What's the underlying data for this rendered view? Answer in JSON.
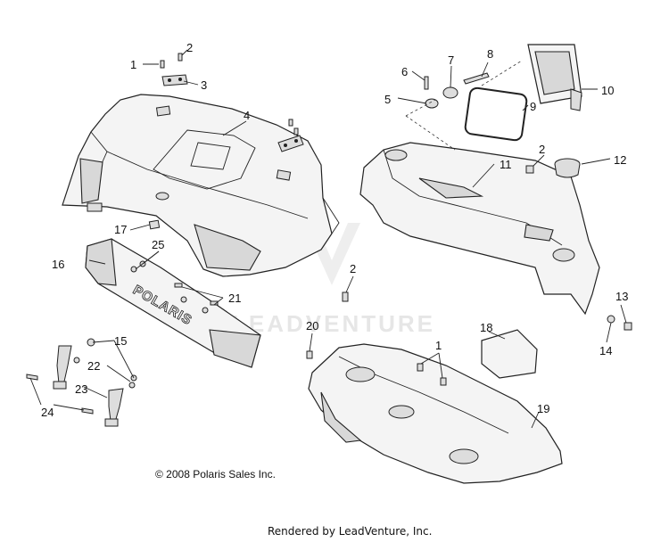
{
  "watermark": "LEADVENTURE",
  "copyright": "© 2008 Polaris Sales Inc.",
  "rendered_by": "Rendered by LeadVenture, Inc.",
  "panel_logo": "POLARIS",
  "callouts": {
    "c1a": "1",
    "c2a": "2",
    "c3": "3",
    "c4": "4",
    "c5": "5",
    "c6": "6",
    "c7": "7",
    "c8": "8",
    "c9": "9",
    "c10": "10",
    "c11": "11",
    "c2b": "2",
    "c12": "12",
    "c13": "13",
    "c14": "14",
    "c15": "15",
    "c16": "16",
    "c17": "17",
    "c25": "25",
    "c21": "21",
    "c2c": "2",
    "c20": "20",
    "c18": "18",
    "c1b": "1",
    "c19": "19",
    "c22": "22",
    "c23": "23",
    "c24": "24"
  }
}
